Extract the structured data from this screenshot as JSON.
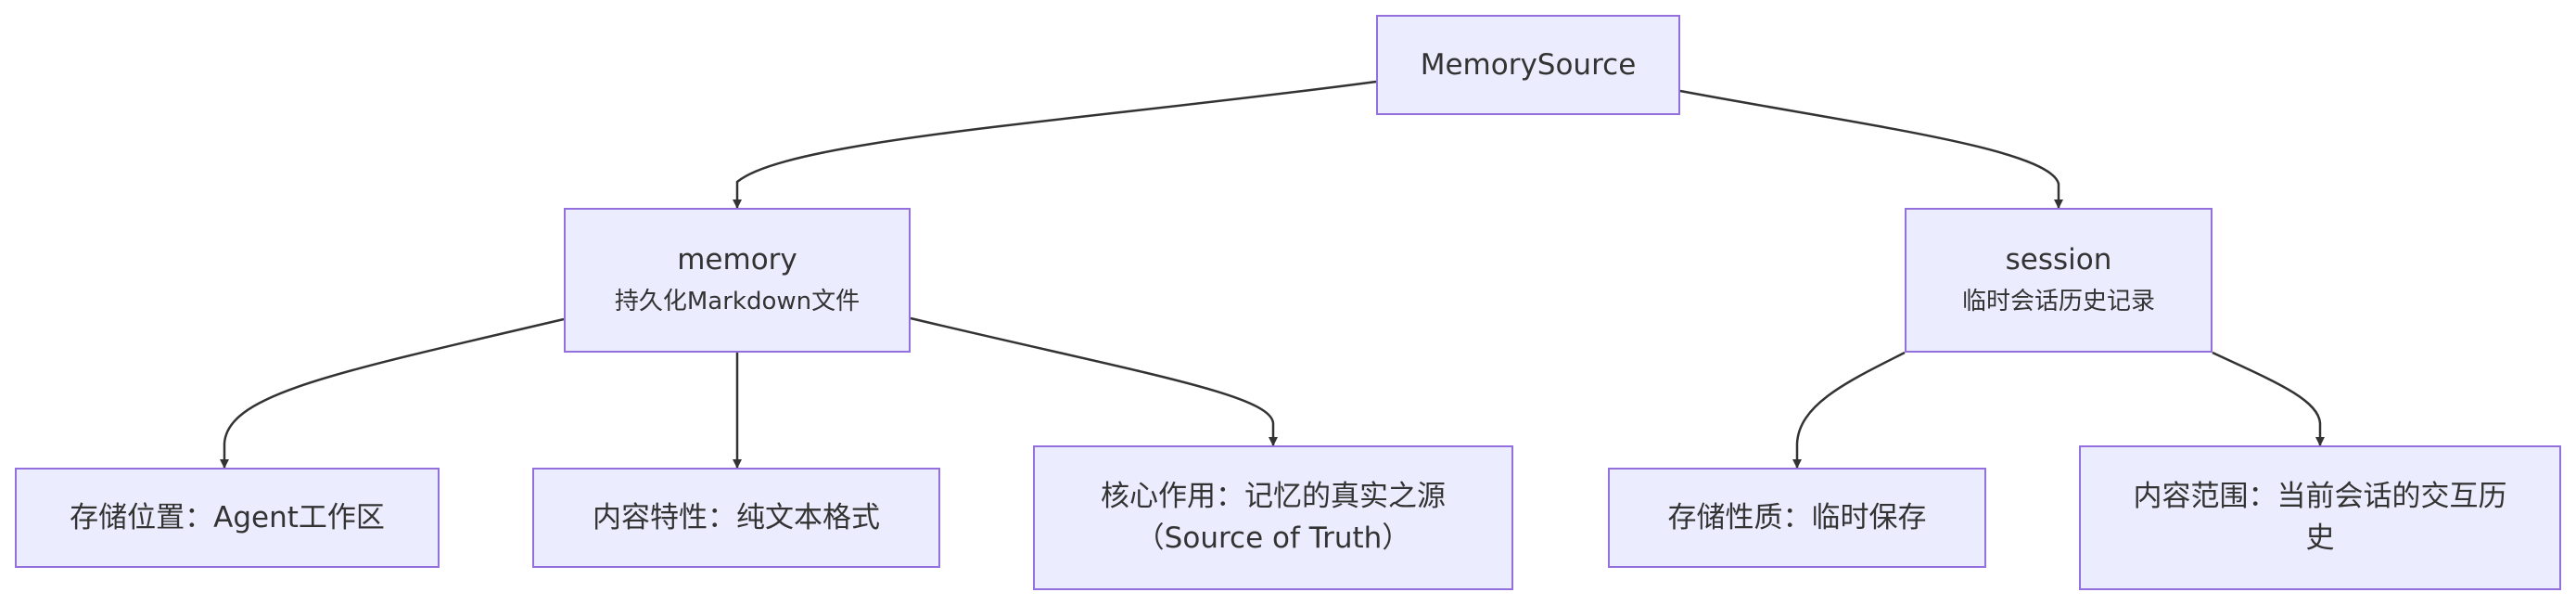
{
  "diagram": {
    "root": {
      "label": "MemorySource"
    },
    "memory": {
      "title": "memory",
      "subtitle": "持久化Markdown文件",
      "children": [
        "存储位置：Agent工作区",
        "内容特性：纯文本格式",
        "核心作用：记忆的真实之源 （Source of Truth）"
      ]
    },
    "session": {
      "title": "session",
      "subtitle": "临时会话历史记录",
      "children": [
        "存储性质：临时保存",
        "内容范围：当前会话的交互历史"
      ]
    },
    "colors": {
      "node_fill": "#ECECFF",
      "node_border": "#9370DB",
      "edge": "#333333",
      "text": "#333333"
    }
  }
}
